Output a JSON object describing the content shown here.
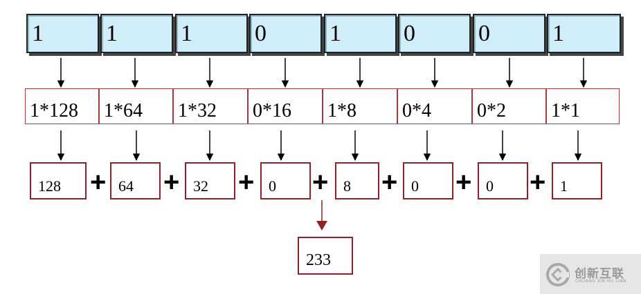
{
  "bits": [
    "1",
    "1",
    "1",
    "0",
    "1",
    "0",
    "0",
    "1"
  ],
  "weights": [
    "1*128",
    "1*64",
    "1*32",
    "0*16",
    "1*8",
    "0*4",
    "0*2",
    "1*1"
  ],
  "values": [
    "128",
    "64",
    "32",
    "0",
    "8",
    "0",
    "0",
    "1"
  ],
  "plus_sign": "+",
  "result": "233",
  "watermark": {
    "name": "创新互联",
    "pinyin": "CHUANG XIN HU LIAN"
  },
  "colors": {
    "bit_fill": "#cfeefa",
    "bit_border": "#222222",
    "weight_border": "#a23c3c",
    "value_border": "#8c2323",
    "result_arrow": "#8c2323"
  }
}
